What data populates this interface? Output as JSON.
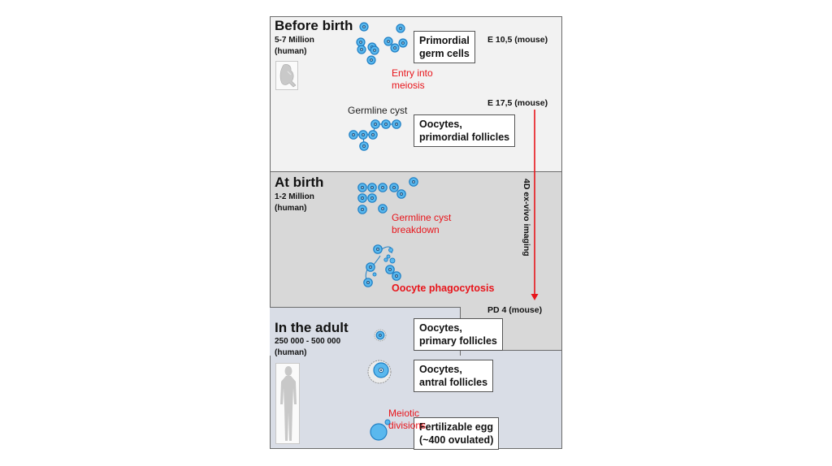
{
  "figure": {
    "stages": [
      {
        "title": "Before birth",
        "count": "5-7 Million",
        "species": "(human)"
      },
      {
        "title": "At birth",
        "count": "1-2 Million",
        "species": "(human)"
      },
      {
        "title": "In the adult",
        "count": "250 000 - 500 000",
        "species": "(human)"
      }
    ],
    "boxes": {
      "pgc": [
        "Primordial",
        "germ cells"
      ],
      "primordial": [
        "Oocytes,",
        "primordial follicles"
      ],
      "primary": [
        "Oocytes,",
        "primary follicles"
      ],
      "antral": [
        "Oocytes,",
        "antral follicles"
      ],
      "egg": [
        "Fertilizable egg",
        "(~400 ovulated)"
      ]
    },
    "events": {
      "meiosis": [
        "Entry into",
        "meiosis"
      ],
      "cyst_breakdown": [
        "Germline cyst",
        "breakdown"
      ],
      "phagocytosis": "Oocyte phagocytosis",
      "meiotic": [
        "Meiotic",
        "divisions"
      ]
    },
    "labels": {
      "germline_cyst": "Germline cyst",
      "e105": "E 10,5 (mouse)",
      "e175": "E 17,5 (mouse)",
      "pd4": "PD 4 (mouse)",
      "imaging": "4D ex-vivo imaging"
    },
    "icons": {
      "fetus": "fetus-silhouette-icon",
      "adult": "human-silhouette-icon",
      "cell": "germ-cell-icon"
    },
    "colors": {
      "cell_fill": "#5ab8ee",
      "cell_stroke": "#1f7fc4",
      "accent_red": "#e8151b",
      "before_birth_bg": "#f2f2f2",
      "at_birth_bg": "#d8d8d8",
      "adult_bg": "#d9dde6"
    }
  }
}
